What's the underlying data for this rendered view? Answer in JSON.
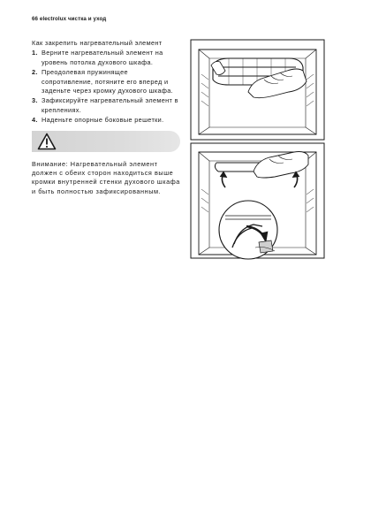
{
  "header": {
    "page_label": "66 electrolux чистка и уход"
  },
  "section": {
    "title": "Как закрепить нагревательный элемент",
    "steps": [
      {
        "number": "1.",
        "text": "Верните нагревательный элемент на уровень потолка духового шкафа."
      },
      {
        "number": "2.",
        "text": "Преодолевая пружинящее сопротивление, потяните его вперед и заденьте через кромку духового шкафа."
      },
      {
        "number": "3.",
        "text": "Зафиксируйте нагревательный элемент в креплениях."
      },
      {
        "number": "4.",
        "text": "Наденьте опорные боковые решетки."
      }
    ]
  },
  "warning": {
    "icon": "warning-triangle-icon",
    "text": "Внимание: Нагревательный элемент должен с обеих сторон находиться выше кромки внутренней стенки духового шкафа и быть полностью зафиксированным."
  },
  "illustration": {
    "panels": [
      "oven-heating-element-lowered",
      "oven-heating-element-fixing-detail"
    ]
  },
  "colors": {
    "banner_gray": "#d6d6d6",
    "line": "#1a1a1a"
  }
}
